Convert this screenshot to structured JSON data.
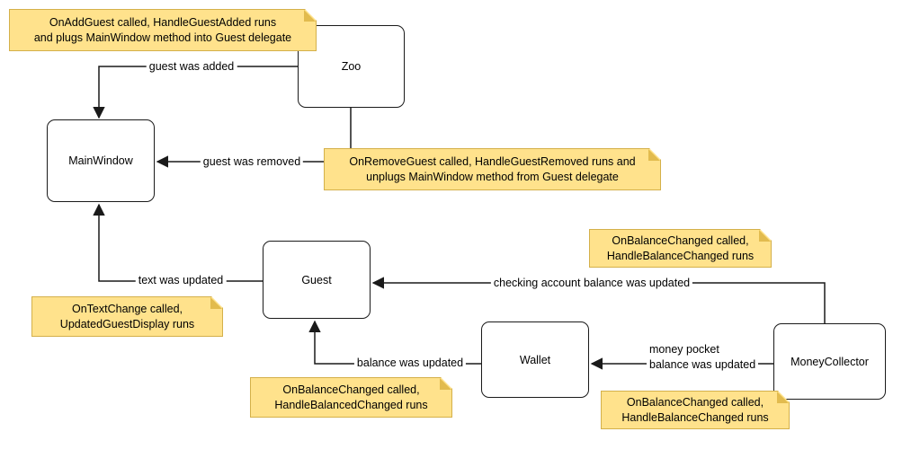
{
  "colors": {
    "background": "#ffffff",
    "note_fill": "#ffe28c",
    "note_border": "#d4b04a",
    "note_fold": "#e2bb4e",
    "node_fill": "#ffffff",
    "node_border": "#1a1a1a",
    "edge_color": "#1a1a1a"
  },
  "nodes": {
    "zoo": "Zoo",
    "mainwindow": "MainWindow",
    "guest": "Guest",
    "wallet": "Wallet",
    "moneycollector": "MoneyCollector"
  },
  "notes": {
    "add_guest": {
      "line1": "OnAddGuest called, HandleGuestAdded runs",
      "line2": "and plugs MainWindow method into Guest delegate"
    },
    "remove_guest": {
      "line1": "OnRemoveGuest called, HandleGuestRemoved runs and",
      "line2": "unplugs MainWindow method from Guest delegate"
    },
    "text_change": {
      "line1": "OnTextChange called,",
      "line2": "UpdatedGuestDisplay runs"
    },
    "balance_checking": {
      "line1": "OnBalanceChanged called,",
      "line2": "HandleBalanceChanged runs"
    },
    "balance_wallet": {
      "line1": "OnBalanceChanged called,",
      "line2": "HandleBalancedChanged runs"
    },
    "balance_money_pocket": {
      "line1": "OnBalanceChanged called,",
      "line2": "HandleBalanceChanged runs"
    }
  },
  "edges": {
    "guest_added": "guest was added",
    "guest_removed": "guest was removed",
    "text_updated": "text was updated",
    "checking_updated": "checking account balance was updated",
    "balance_updated": "balance was updated",
    "money_pocket": {
      "line1": "money pocket",
      "line2": "balance was updated"
    }
  }
}
